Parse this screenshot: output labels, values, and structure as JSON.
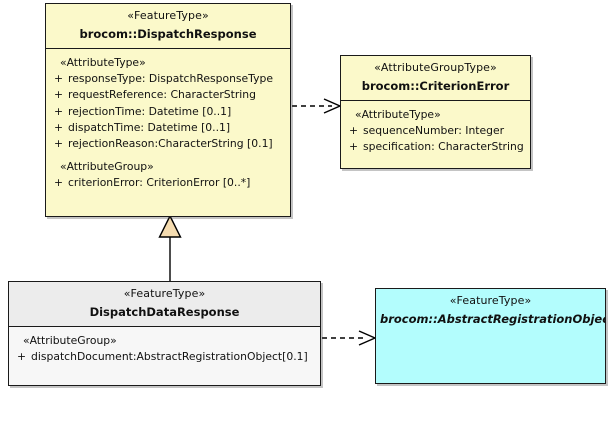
{
  "diagram": {
    "type": "uml-class-diagram",
    "background_color": "#ffffff",
    "classes": [
      {
        "id": "dispatch-response",
        "stereotype": "«FeatureType»",
        "name": "brocom::DispatchResponse",
        "fill_color": "#fbf9ca",
        "abstract": false,
        "groups": [
          {
            "label": "«AttributeType»",
            "attributes": [
              {
                "visibility": "+",
                "text": "responseType: DispatchResponseType"
              },
              {
                "visibility": "+",
                "text": "requestReference: CharacterString"
              },
              {
                "visibility": "+",
                "text": "rejectionTime: Datetime [0..1]"
              },
              {
                "visibility": "+",
                "text": "dispatchTime: Datetime [0..1]"
              },
              {
                "visibility": "+",
                "text": "rejectionReason:CharacterString [0.1]"
              }
            ]
          },
          {
            "label": "«AttributeGroup»",
            "attributes": [
              {
                "visibility": "+",
                "text": "criterionError: CriterionError [0..*]"
              }
            ]
          }
        ]
      },
      {
        "id": "criterion-error",
        "stereotype": "«AttributeGroupType»",
        "name": "brocom::CriterionError",
        "fill_color": "#fbf9ca",
        "abstract": false,
        "groups": [
          {
            "label": "«AttributeType»",
            "attributes": [
              {
                "visibility": "+",
                "text": "sequenceNumber: Integer"
              },
              {
                "visibility": "+",
                "text": "specification: CharacterString"
              }
            ]
          }
        ]
      },
      {
        "id": "dispatch-data-response",
        "stereotype": "«FeatureType»",
        "name": "DispatchDataResponse",
        "fill_color": "#ececec",
        "abstract": false,
        "groups": [
          {
            "label": "«AttributeGroup»",
            "attributes": [
              {
                "visibility": "+",
                "text": "dispatchDocument:AbstractRegistrationObject[0.1]"
              }
            ]
          }
        ]
      },
      {
        "id": "abstract-registration-object",
        "stereotype": "«FeatureType»",
        "name": "brocom::AbstractRegistrationObject",
        "fill_color": "#b3fdfd",
        "abstract": true,
        "groups": []
      }
    ],
    "relationships": [
      {
        "id": "generalization",
        "kind": "generalization",
        "from": "dispatch-data-response",
        "to": "dispatch-response",
        "line_style": "solid",
        "arrowhead": "hollow-triangle",
        "arrowhead_fill": "#f5dcb0"
      },
      {
        "id": "dependency-criterion-error",
        "kind": "dependency",
        "from": "dispatch-response",
        "to": "criterion-error",
        "line_style": "dashed",
        "arrowhead": "open-arrow"
      },
      {
        "id": "dependency-abstract-registration-object",
        "kind": "dependency",
        "from": "dispatch-data-response",
        "to": "abstract-registration-object",
        "line_style": "dashed",
        "arrowhead": "open-arrow"
      }
    ]
  }
}
